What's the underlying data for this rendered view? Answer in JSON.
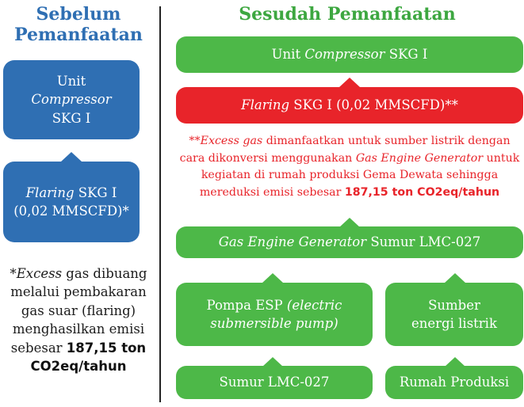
{
  "left_heading": {
    "line1": "Sebelum",
    "line2": "Pemanfaatan"
  },
  "right_heading": "Sesudah Pemanfaatan",
  "before": {
    "unit_box": {
      "line1": "Unit",
      "line2": "Compressor",
      "line3": "SKG I"
    },
    "flaring_box": {
      "italic": "Flaring",
      "rest": " SKG I",
      "line2": "(0,02 MMSCFD)*"
    },
    "note": {
      "t1": "*",
      "t1_italic": "Excess",
      "t2": " gas dibuang melalui pembakaran gas suar (flaring) menghasilkan emisi sebesar ",
      "bold": "187,15 ton CO2eq/tahun"
    }
  },
  "after": {
    "compressor_box": {
      "prefix": "Unit ",
      "italic": "Compressor",
      "suffix": " SKG I"
    },
    "flaring_box": {
      "italic": "Flaring",
      "rest": " SKG I (0,02 MMSCFD)**"
    },
    "note": {
      "a": "**",
      "a_italic": "Excess gas",
      "b": " dimanfaatkan untuk sumber listrik dengan cara dikonversi menggunakan ",
      "b_italic": "Gas Engine Generator",
      "c": " untuk kegiatan di rumah produksi Gema Dewata sehingga mereduksi emisi sebesar ",
      "bold": "187,15 ton CO2eq/tahun"
    },
    "gas_engine_box": {
      "italic": "Gas Engine Generator",
      "rest": " Sumur LMC-027"
    },
    "esp_box": {
      "prefix": "Pompa ESP ",
      "italic": "(electric submersible pump)"
    },
    "energy_box": {
      "line1": "Sumber",
      "line2": "energi listrik"
    },
    "well_box": "Sumur LMC-027",
    "house_box": "Rumah Produksi"
  },
  "colors": {
    "blue": "#2f6fb3",
    "green": "#4db848",
    "red": "#e8242a"
  }
}
